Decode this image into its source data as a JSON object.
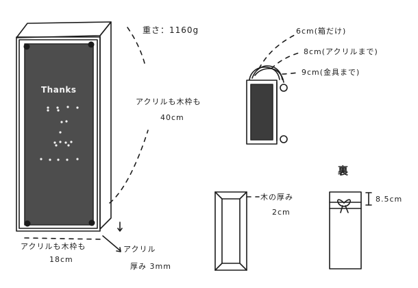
{
  "front_panel": {
    "thanks_text": "Thanks"
  },
  "annotations": {
    "weight": "重さ：1160g",
    "height_label": "アクリルも木枠も",
    "height_value": "40cm",
    "width_label": "アクリルも木枠も",
    "width_value": "18cm",
    "acrylic_label": "アクリル",
    "acrylic_thickness": "厚み 3mm",
    "depth_box": "6cm(箱だけ)",
    "depth_acrylic": "8cm(アクリルまで)",
    "depth_hardware": "9cm(金具まで)",
    "wood_thickness_label": "木の厚み",
    "wood_thickness_value": "2cm",
    "back_label": "裏",
    "back_height": "8.5cm"
  },
  "colors": {
    "ink": "#1c1c1c",
    "panel": "#4d4d4d",
    "dark_panel": "#3c3c3c",
    "dots": "#f2f2f2"
  }
}
